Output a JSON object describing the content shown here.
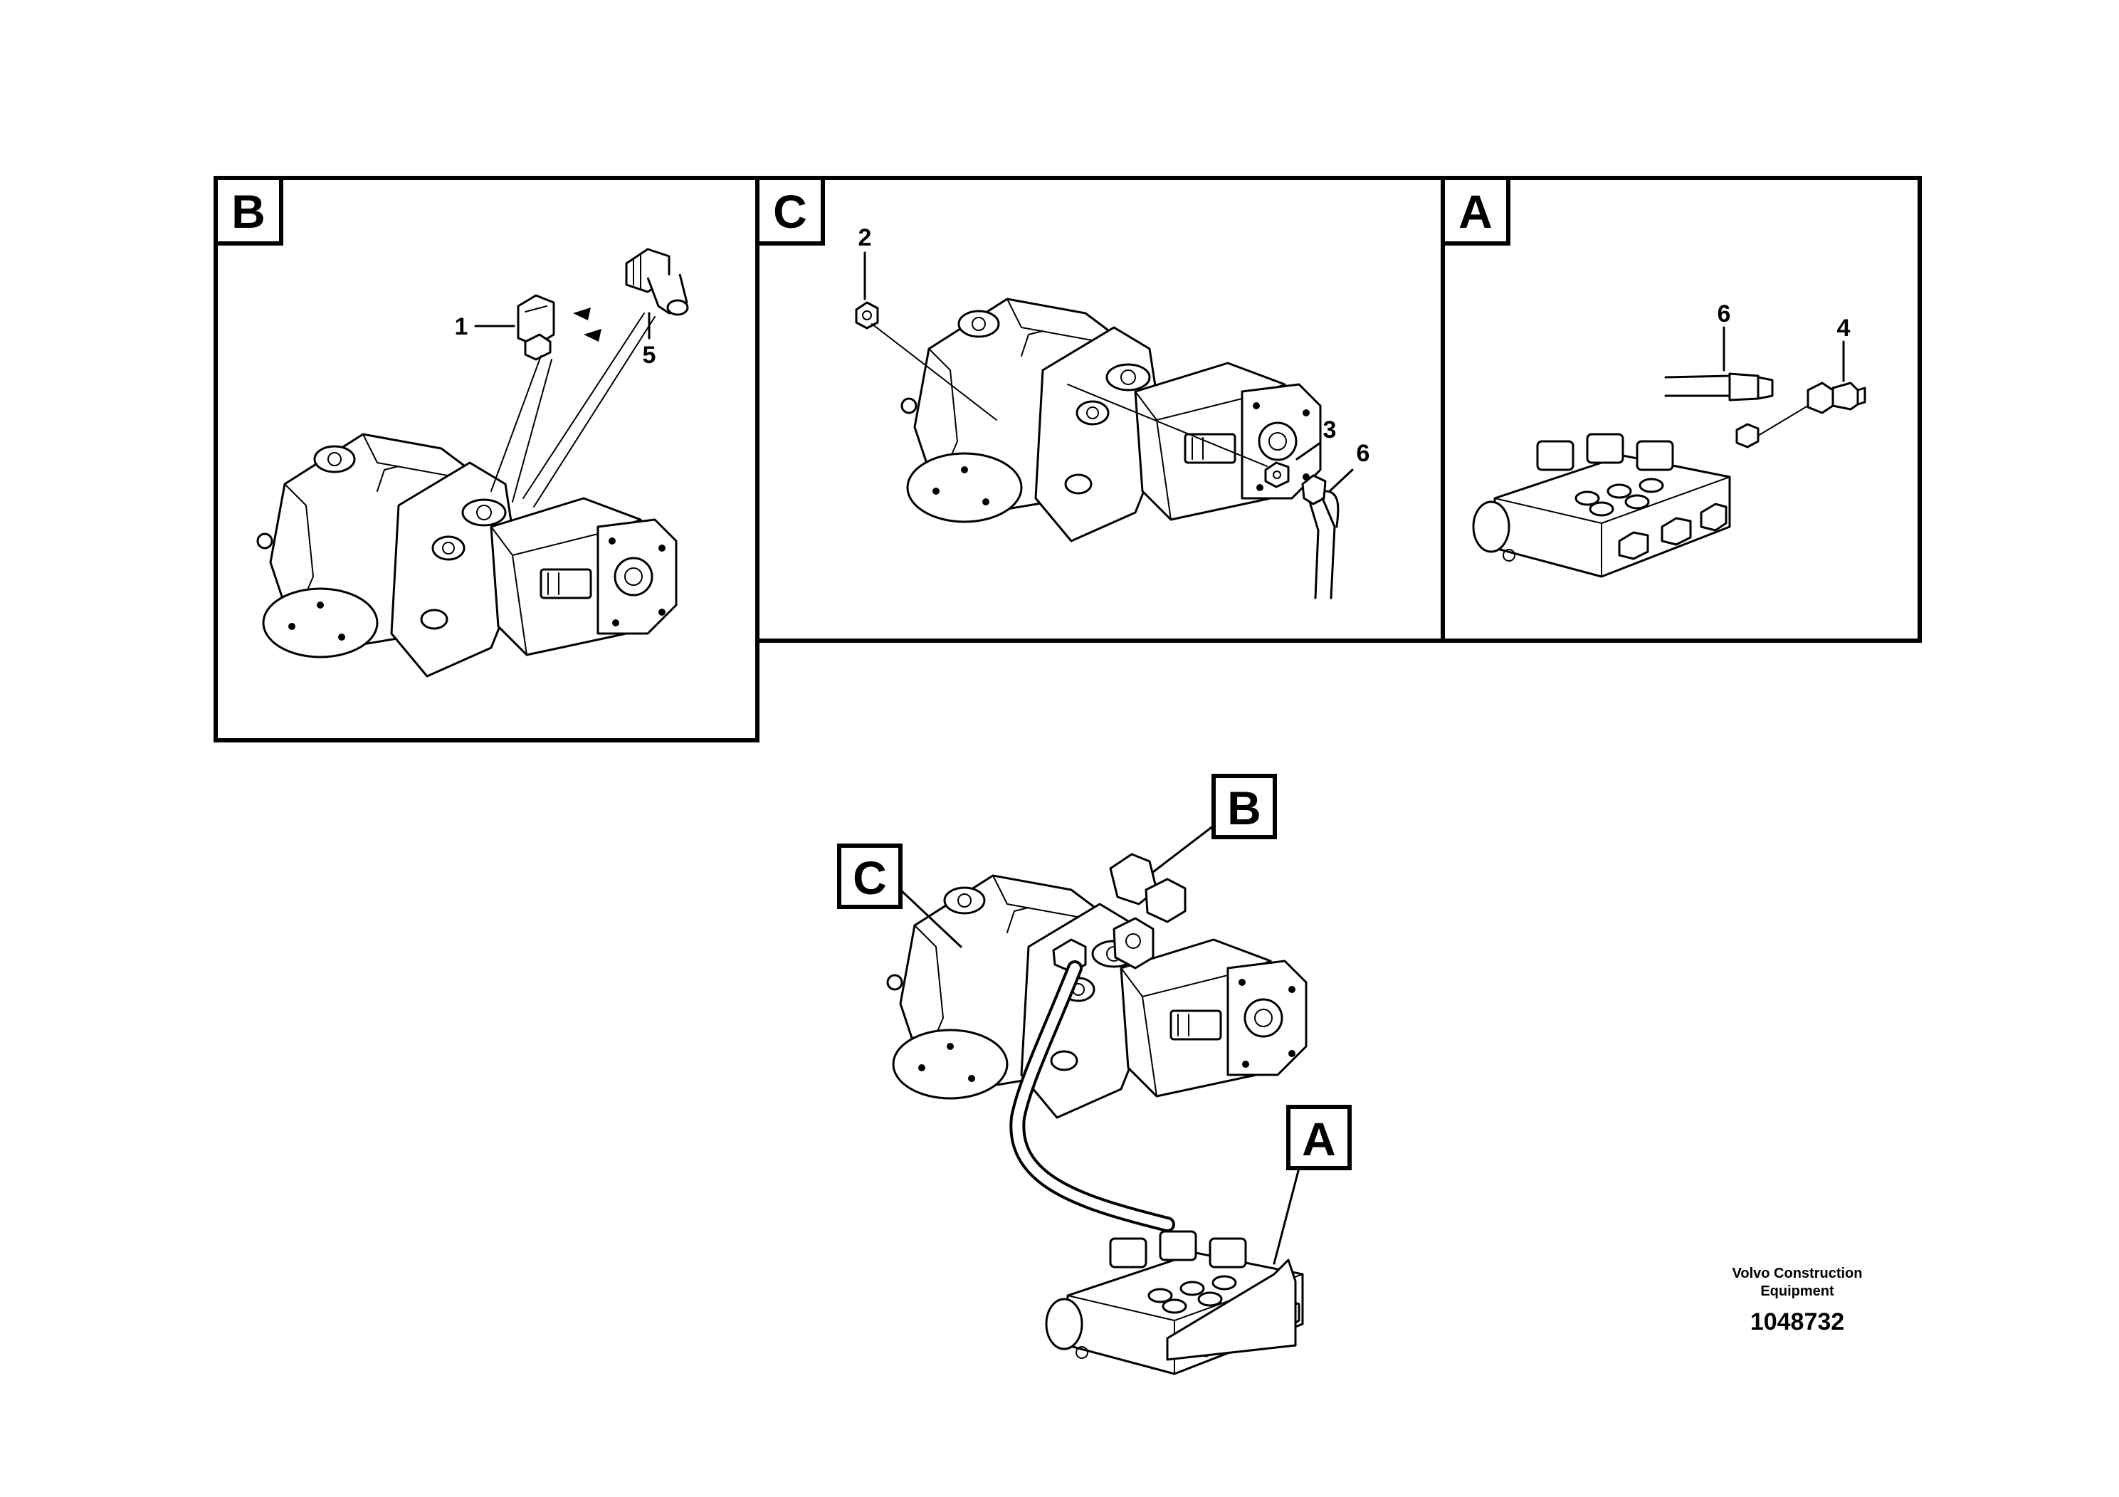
{
  "panels": {
    "b": {
      "letter": "B",
      "labels": {
        "p1": "1",
        "p5": "5"
      }
    },
    "c": {
      "letter": "C",
      "labels": {
        "p2": "2",
        "p3": "3",
        "p6": "6"
      }
    },
    "a": {
      "letter": "A",
      "labels": {
        "p6": "6",
        "p4": "4"
      }
    }
  },
  "overview": {
    "callouts": {
      "b": "B",
      "c": "C",
      "a": "A"
    }
  },
  "footer": {
    "credit_line1": "Volvo Construction",
    "credit_line2": "Equipment",
    "doc_number": "1048732"
  },
  "colors": {
    "ink": "#000000",
    "paper": "#ffffff"
  }
}
